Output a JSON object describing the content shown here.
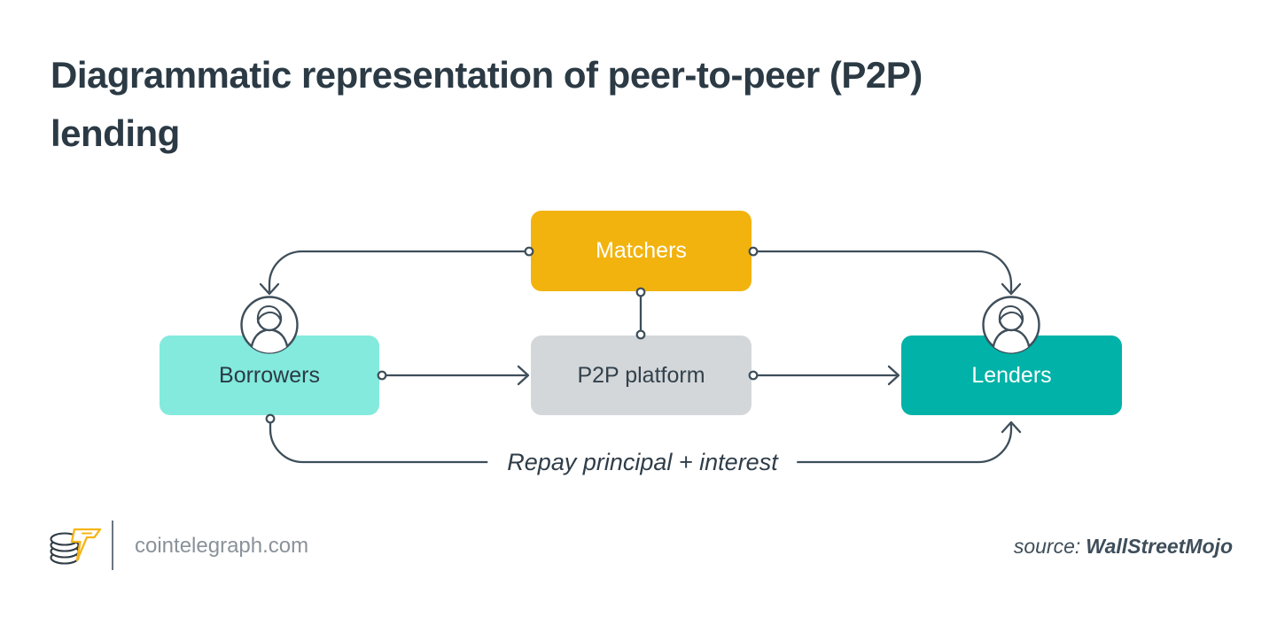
{
  "title": {
    "line1": "Diagrammatic representation of peer-to-peer (P2P)",
    "line2": "lending",
    "full": "Diagrammatic representation of peer-to-peer (P2P) lending"
  },
  "diagram": {
    "nodes": {
      "matchers": {
        "label": "Matchers",
        "color": "#F2B30E",
        "text_color": "#FFFFFF"
      },
      "borrowers": {
        "label": "Borrowers",
        "color": "#83EADD",
        "text_color": "#2B3A45"
      },
      "platform": {
        "label": "P2P platform",
        "color": "#D3D7DA",
        "text_color": "#33414B"
      },
      "lenders": {
        "label": "Lenders",
        "color": "#00B2A7",
        "text_color": "#FFFFFF"
      }
    },
    "edges": [
      {
        "from": "Matchers",
        "to": "Borrowers",
        "type": "arrow"
      },
      {
        "from": "Matchers",
        "to": "Lenders",
        "type": "arrow"
      },
      {
        "from": "Matchers",
        "to": "P2P platform",
        "type": "line"
      },
      {
        "from": "Borrowers",
        "to": "P2P platform",
        "type": "arrow"
      },
      {
        "from": "P2P platform",
        "to": "Lenders",
        "type": "arrow"
      },
      {
        "from": "Borrowers",
        "to": "Lenders",
        "type": "arrow",
        "label": "Repay principal + interest"
      }
    ],
    "icons": {
      "borrowers_icon": "person-icon",
      "lenders_icon": "person-icon"
    },
    "line_color": "#3E4E5A"
  },
  "footer": {
    "logo_icon": "cointelegraph-logo",
    "brand": "cointelegraph.com",
    "source_prefix": "source:",
    "source_name": "WallStreetMojo"
  }
}
